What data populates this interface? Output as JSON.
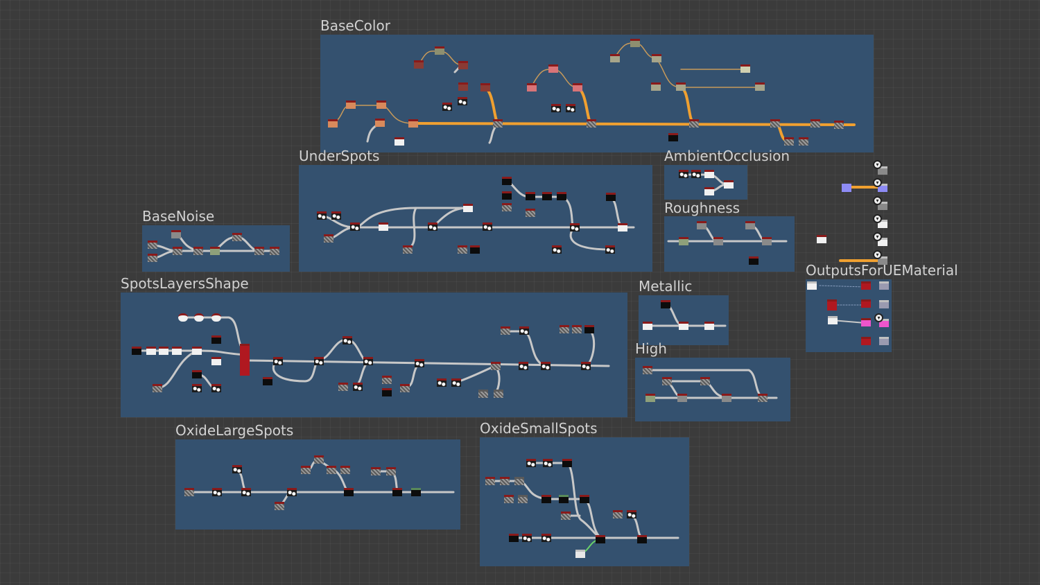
{
  "frames": [
    {
      "id": "base-color",
      "title": "BaseColor"
    },
    {
      "id": "under-spots",
      "title": "UnderSpots"
    },
    {
      "id": "ambient-occlusion",
      "title": "AmbientOcclusion"
    },
    {
      "id": "roughness",
      "title": "Roughness"
    },
    {
      "id": "base-noise",
      "title": "BaseNoise"
    },
    {
      "id": "spots-layers-shape",
      "title": "SpotsLayersShape"
    },
    {
      "id": "metallic",
      "title": "Metallic"
    },
    {
      "id": "high",
      "title": "High"
    },
    {
      "id": "outputs-for-ue-material",
      "title": "OutputsForUEMaterial"
    },
    {
      "id": "oxide-large-spots",
      "title": "OxideLargeSpots"
    },
    {
      "id": "oxide-small-spots",
      "title": "OxideSmallSpots"
    }
  ],
  "colors": {
    "canvas": "#3b3b3b",
    "frame": "#34516f",
    "title": "#d2d2d2",
    "wire_gray": "#c8c8c8",
    "wire_orange": "#f0a030",
    "wire_green": "#6ad26a",
    "node_header": "#8a1a1a"
  },
  "icons": {
    "output": "output-target-icon"
  }
}
